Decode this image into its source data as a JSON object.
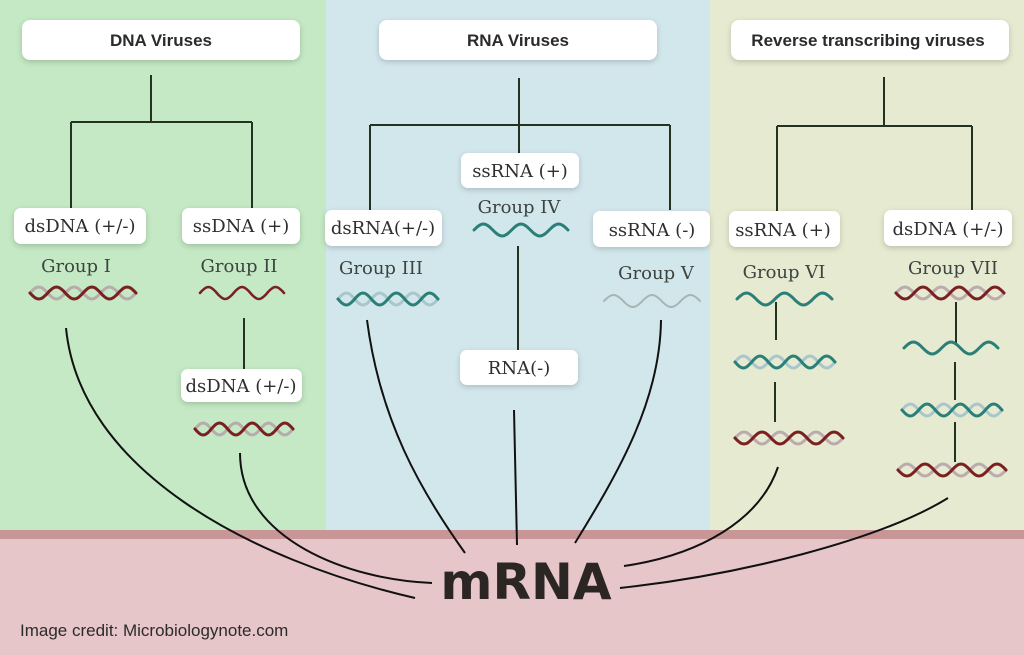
{
  "colors": {
    "dna_panel": "#c4e9c4",
    "rna_panel": "#d2e7ec",
    "rt_panel": "#e6ead0",
    "bottom_band": "#e6c6c8",
    "bottom_stripe": "#c99698",
    "dna_strand": "#7a1f22",
    "rna_strand": "#2a7f78",
    "pale_strand": "#a7b5b3",
    "secondary_strand": "#b6a4ab"
  },
  "panels": [
    {
      "title": "DNA Viruses",
      "branches": [
        {
          "label": "dsDNA (+/-)",
          "group": "Group I",
          "strand_icons": [
            "dsdna-helix-icon"
          ]
        },
        {
          "label": "ssDNA (+)",
          "group": "Group II",
          "strand_icons": [
            "ssdna-strand-icon"
          ],
          "intermediate": {
            "label": "dsDNA (+/-)",
            "strand_icon": "dsdna-helix-icon"
          }
        }
      ]
    },
    {
      "title": "RNA Viruses",
      "branches": [
        {
          "label": "dsRNA(+/-)",
          "group": "Group III",
          "strand_icons": [
            "dsrna-helix-icon"
          ]
        },
        {
          "label": "ssRNA (+)",
          "group": "Group IV",
          "strand_icons": [
            "ssrna-strand-icon"
          ],
          "intermediate": {
            "label": "RNA(-)"
          }
        },
        {
          "label": "ssRNA (-)",
          "group": "Group V",
          "strand_icons": [
            "ssrna-negative-strand-icon"
          ]
        }
      ]
    },
    {
      "title": "Reverse transcribing viruses",
      "branches": [
        {
          "label": "ssRNA (+)",
          "group": "Group VI",
          "strand_icons": [
            "ssrna-strand-icon",
            "rna-dna-hybrid-icon",
            "dsdna-helix-icon"
          ]
        },
        {
          "label": "dsDNA (+/-)",
          "group": "Group VII",
          "strand_icons": [
            "dsdna-helix-icon",
            "ssrna-strand-icon",
            "rna-dna-hybrid-icon",
            "dsdna-helix-icon"
          ]
        }
      ]
    }
  ],
  "target": "mRNA",
  "credit": "Image credit: Microbiologynote.com"
}
